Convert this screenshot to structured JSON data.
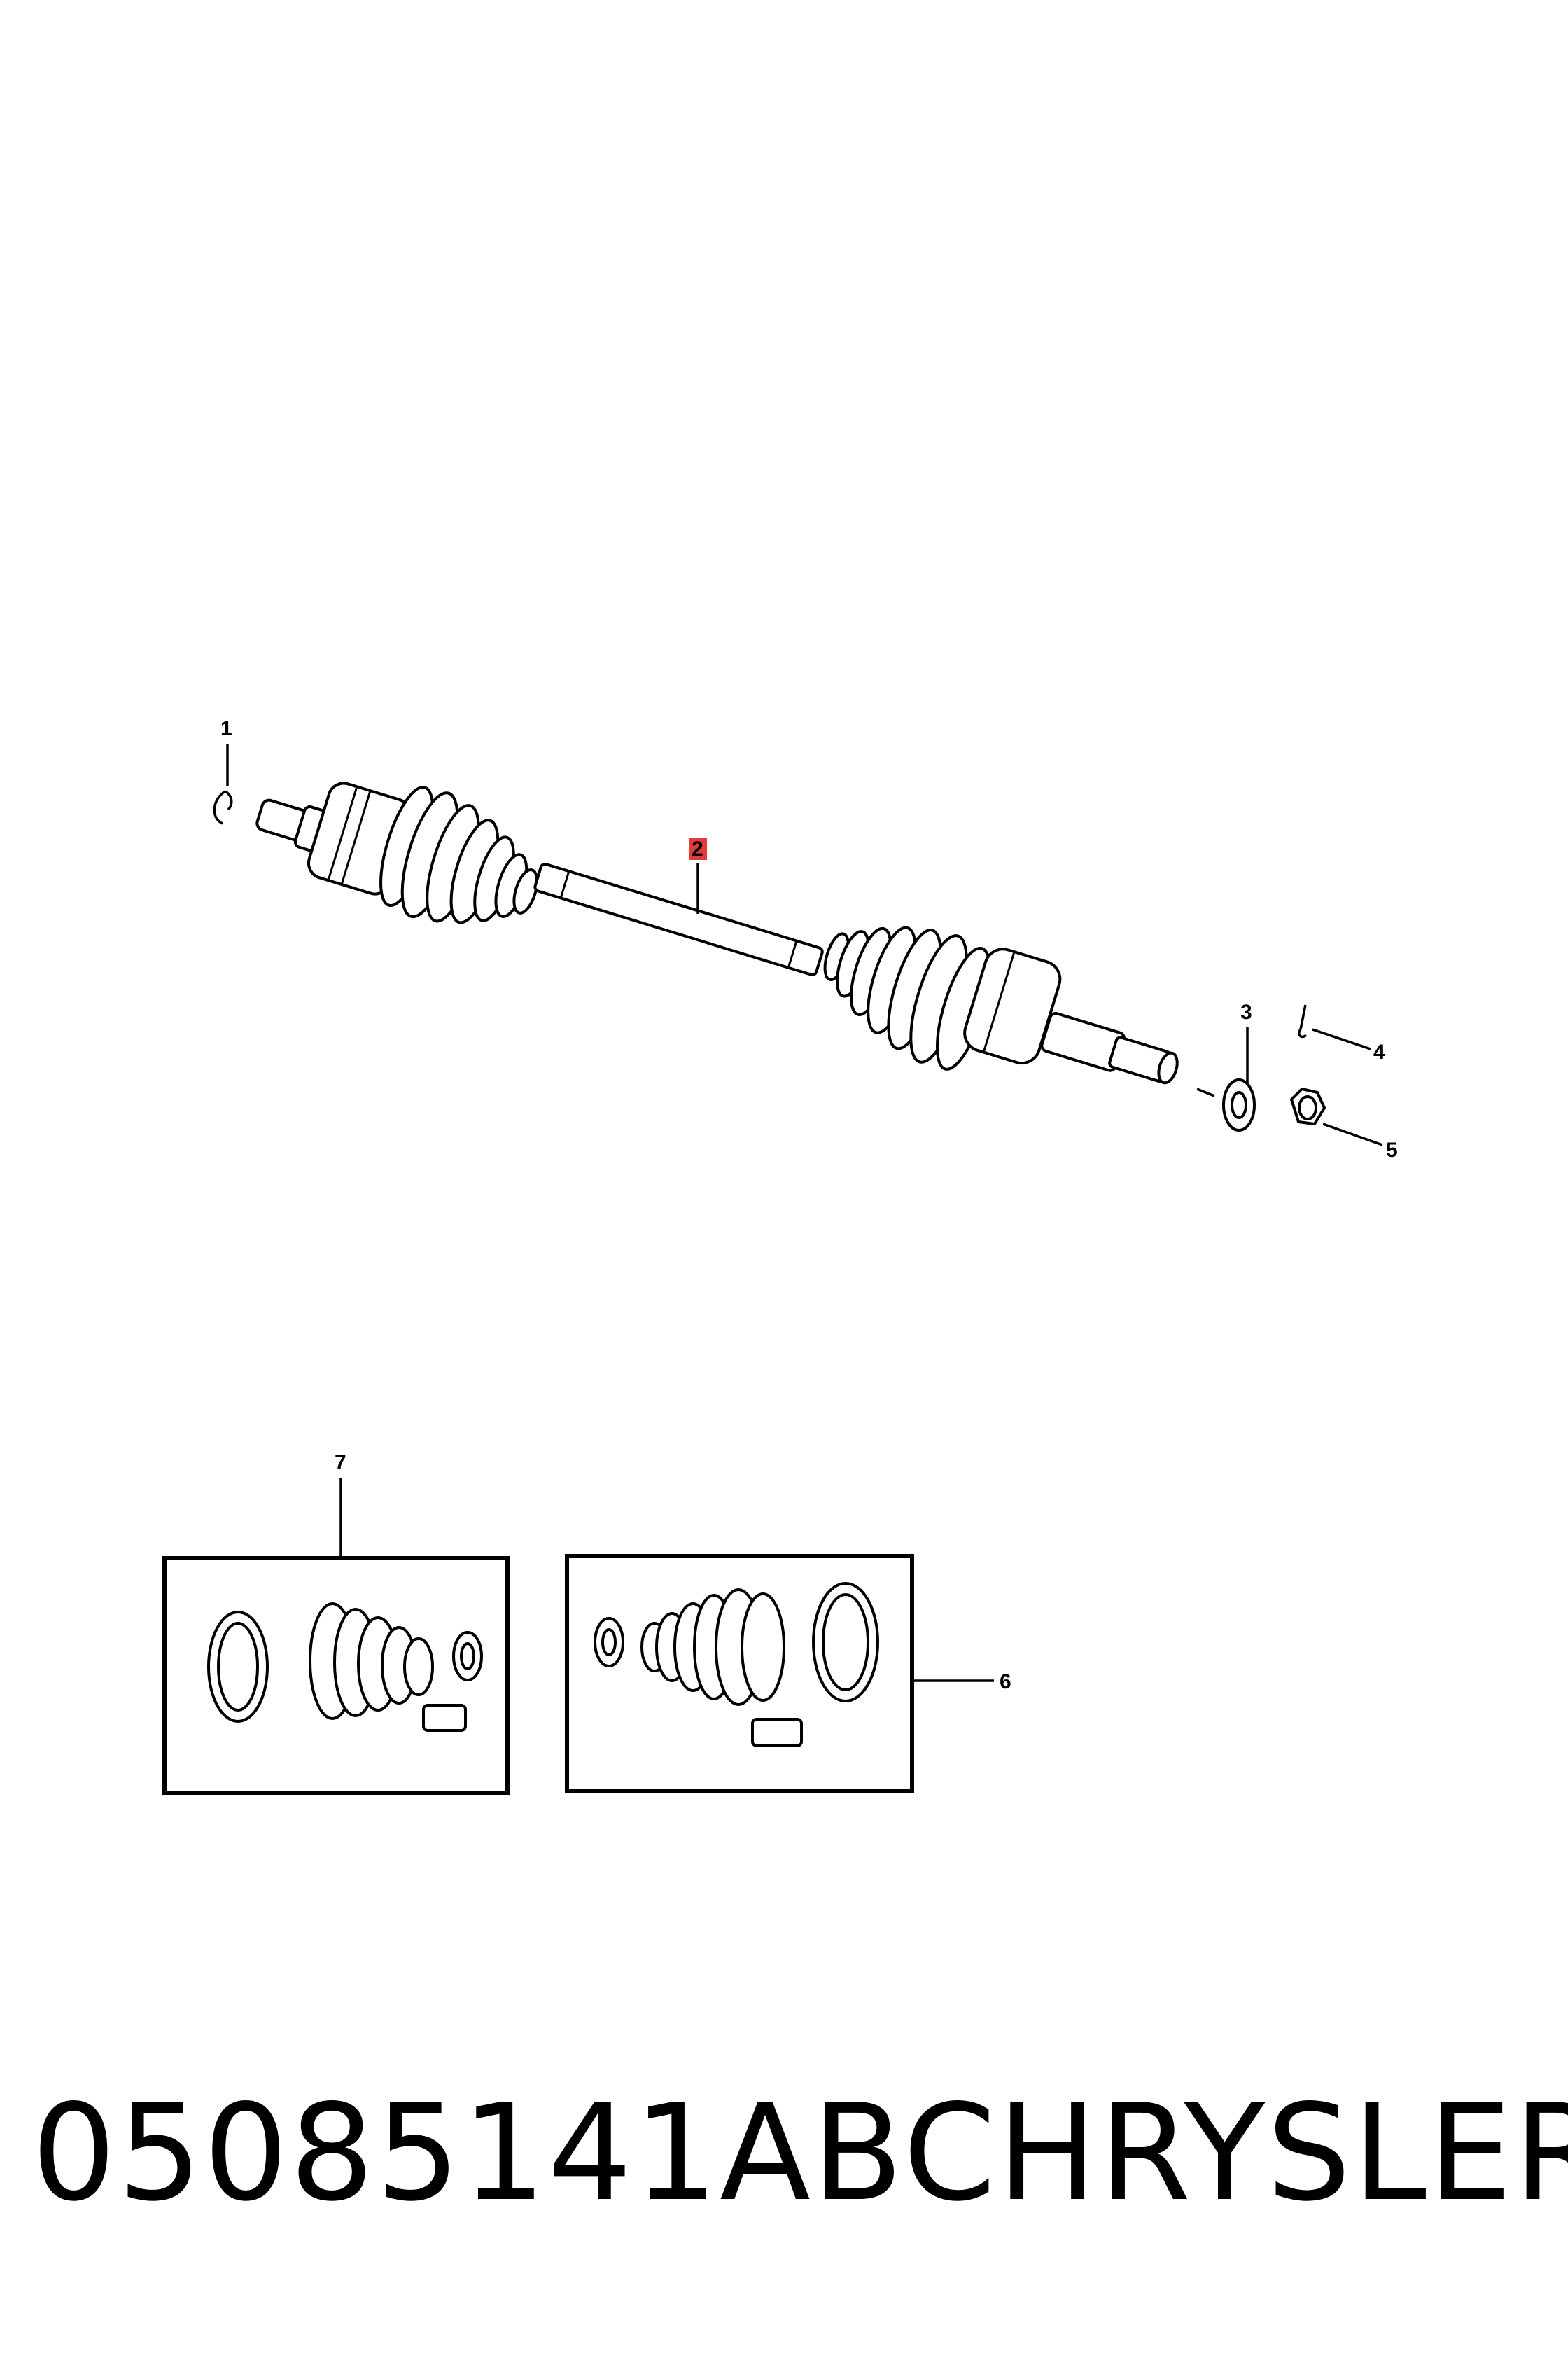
{
  "callouts": {
    "c1": "1",
    "c2": "2",
    "c3": "3",
    "c4": "4",
    "c5": "5",
    "c6": "6",
    "c7": "7"
  },
  "footer": {
    "part_number": "05085141AB",
    "brand": "CHRYSLER"
  },
  "colors": {
    "highlight": "#e23b3b",
    "ink": "#000000",
    "background": "#ffffff"
  }
}
